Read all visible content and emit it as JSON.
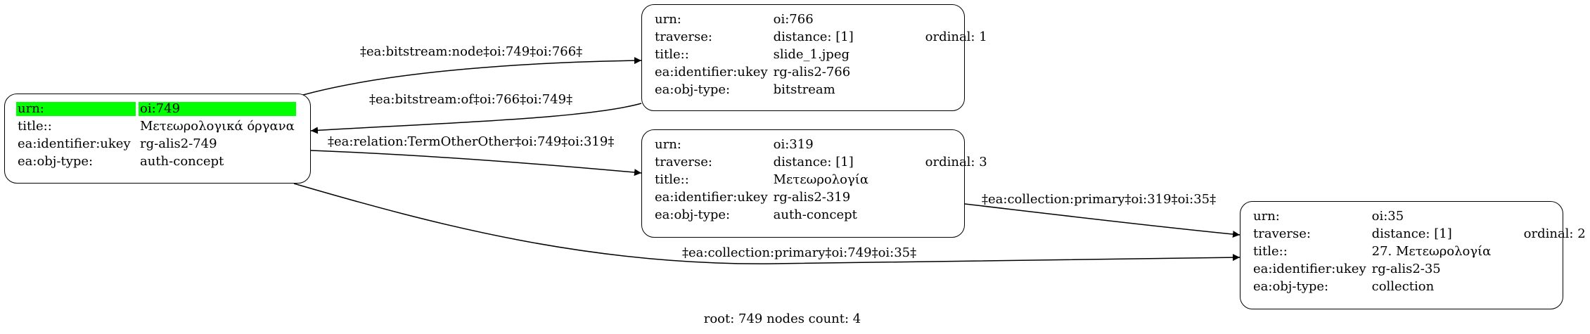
{
  "nodes": {
    "n749": {
      "rows": [
        {
          "key": "urn:",
          "value": "oi:749"
        },
        {
          "key": "title::",
          "value": "Μετεωρολογικά όργανα"
        },
        {
          "key": "ea:identifier:ukey",
          "value": "rg-alis2-749"
        },
        {
          "key": "ea:obj-type:",
          "value": "auth-concept"
        }
      ],
      "highlight_color": "#00ff00"
    },
    "n766": {
      "rows": [
        {
          "key": "urn:",
          "value": "oi:766",
          "extra": ""
        },
        {
          "key": "traverse:",
          "value": "distance: [1]",
          "extra": "ordinal: 1"
        },
        {
          "key": "title::",
          "value": "slide_1.jpeg",
          "extra": ""
        },
        {
          "key": "ea:identifier:ukey",
          "value": "rg-alis2-766",
          "extra": ""
        },
        {
          "key": "ea:obj-type:",
          "value": "bitstream",
          "extra": ""
        }
      ]
    },
    "n319": {
      "rows": [
        {
          "key": "urn:",
          "value": "oi:319",
          "extra": ""
        },
        {
          "key": "traverse:",
          "value": "distance: [1]",
          "extra": "ordinal: 3"
        },
        {
          "key": "title::",
          "value": "Μετεωρολογία",
          "extra": ""
        },
        {
          "key": "ea:identifier:ukey",
          "value": "rg-alis2-319",
          "extra": ""
        },
        {
          "key": "ea:obj-type:",
          "value": "auth-concept",
          "extra": ""
        }
      ]
    },
    "n35": {
      "rows": [
        {
          "key": "urn:",
          "value": "oi:35",
          "extra": ""
        },
        {
          "key": "traverse:",
          "value": "distance: [1]",
          "extra": "ordinal: 2"
        },
        {
          "key": "title::",
          "value": "27. Μετεωρολογία",
          "extra": ""
        },
        {
          "key": "ea:identifier:ukey",
          "value": "rg-alis2-35",
          "extra": ""
        },
        {
          "key": "ea:obj-type:",
          "value": "collection",
          "extra": ""
        }
      ]
    }
  },
  "edges": {
    "e1": {
      "label": "‡ea:bitstream:node‡oi:749‡oi:766‡"
    },
    "e2": {
      "label": "‡ea:bitstream:of‡oi:766‡oi:749‡"
    },
    "e3": {
      "label": "‡ea:relation:TermOtherOther‡oi:749‡oi:319‡"
    },
    "e4": {
      "label": "‡ea:collection:primary‡oi:319‡oi:35‡"
    },
    "e5": {
      "label": "‡ea:collection:primary‡oi:749‡oi:35‡"
    }
  },
  "footer": "root: 749 nodes count: 4"
}
